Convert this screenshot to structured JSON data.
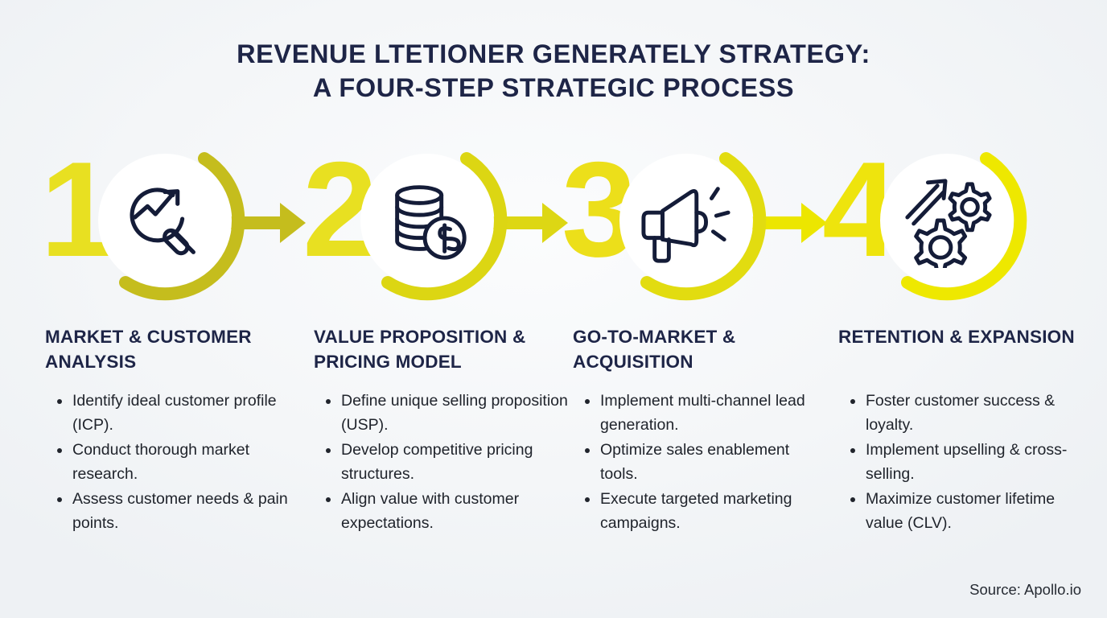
{
  "title": {
    "line1": "REVENUE LTETIONER GENERATELY STRATEGY:",
    "line2": "A FOUR-STEP STRATEGIC PROCESS"
  },
  "colors": {
    "title_navy": "#1e2547",
    "icon_navy": "#141c38",
    "background": "#f4f6f8",
    "ring_1": "#c5bd1d",
    "ring_2": "#dcd613",
    "ring_3": "#e2dc10",
    "ring_4": "#eee800",
    "numeral_1": "#e8e021",
    "numeral_2": "#e8e021",
    "numeral_3": "#ecdf1a",
    "numeral_4": "#eee40d",
    "arrow_1": "#c5bd1d",
    "arrow_2": "#ddd714",
    "arrow_3": "#ece600",
    "bullet_text": "#20242c"
  },
  "steps": [
    {
      "numeral": "1",
      "icon": "magnifier-trend-icon",
      "ring_color": "#c5bd1d",
      "numeral_color": "#e8e021",
      "arrow_color": "#c5bd1d",
      "heading": "MARKET & CUSTOMER ANALYSIS",
      "bullets": [
        "Identify ideal customer profile (ICP).",
        "Conduct thorough market research.",
        "Assess customer needs & pain points."
      ]
    },
    {
      "numeral": "2",
      "icon": "coin-stack-dollar-icon",
      "ring_color": "#dcd613",
      "numeral_color": "#e8e021",
      "arrow_color": "#ddd714",
      "heading": "VALUE PROPOSITION & PRICING MODEL",
      "bullets": [
        "Define unique selling proposition (USP).",
        "Develop competitive pricing structures.",
        "Align value with customer expectations."
      ]
    },
    {
      "numeral": "3",
      "icon": "megaphone-icon",
      "ring_color": "#e2dc10",
      "numeral_color": "#ecdf1a",
      "arrow_color": "#ece600",
      "heading": "GO-TO-MARKET & ACQUISITION",
      "bullets": [
        "Implement multi-channel lead generation.",
        "Optimize sales enablement tools.",
        "Execute targeted marketing campaigns."
      ]
    },
    {
      "numeral": "4",
      "icon": "gears-growth-arrow-icon",
      "ring_color": "#eee800",
      "numeral_color": "#eee40d",
      "arrow_color": "",
      "heading": "RETENTION & EXPANSION",
      "bullets": [
        "Foster customer success & loyalty.",
        "Implement upselling & cross-selling.",
        "Maximize customer lifetime value (CLV)."
      ]
    }
  ],
  "source": "Source: Apollo.io"
}
